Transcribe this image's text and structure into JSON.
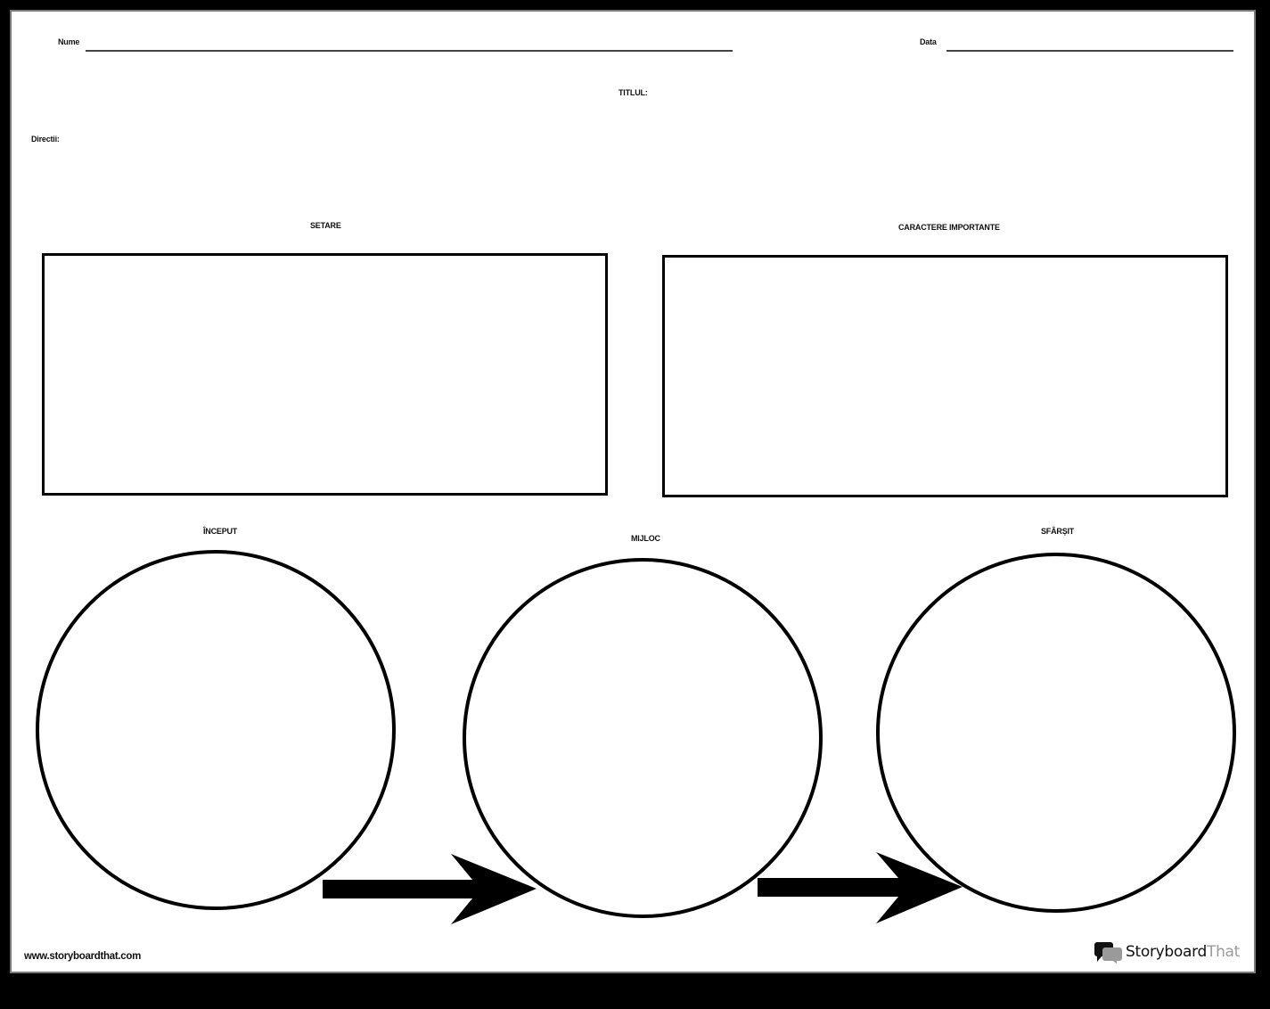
{
  "header": {
    "name_label": "Nume",
    "date_label": "Data",
    "title_label": "TITLUL:",
    "directions_label": "Directii:"
  },
  "sections": {
    "setting": {
      "label": "SETARE"
    },
    "characters": {
      "label": "CARACTERE IMPORTANTE"
    }
  },
  "plot": [
    {
      "label": "ÎNCEPUT"
    },
    {
      "label": "MIJLOC"
    },
    {
      "label": "SFÂRȘIT"
    }
  ],
  "footer": {
    "url": "www.storyboardthat.com",
    "brand_primary": "Storyboard",
    "brand_secondary": "That"
  },
  "colors": {
    "background": "#000000",
    "page": "#ffffff",
    "ink": "#000000",
    "brand_gray": "#9a9a9a"
  }
}
